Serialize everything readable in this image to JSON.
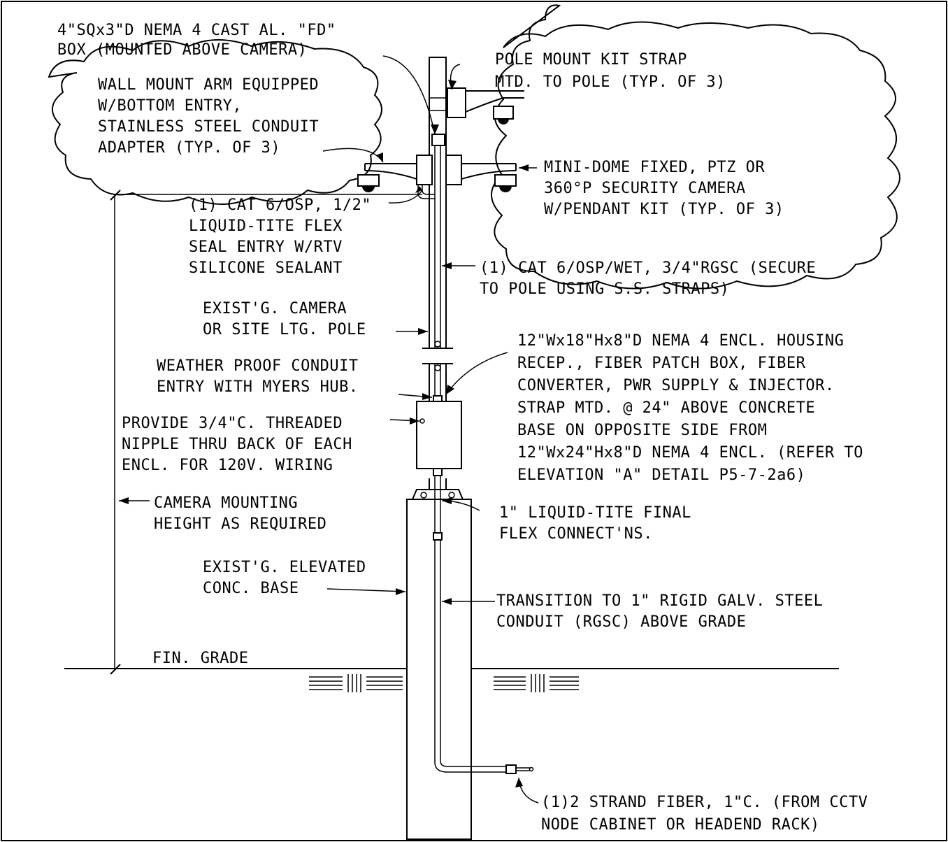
{
  "labels": {
    "fd_box": [
      "4\"SQx3\"D NEMA 4 CAST AL. \"FD\"",
      "BOX (MOUNTED ABOVE CAMERA)"
    ],
    "wall_arm": [
      "WALL MOUNT ARM EQUIPPED",
      "W/BOTTOM ENTRY,",
      "STAINLESS STEEL CONDUIT",
      "ADAPTER (TYP. OF 3)"
    ],
    "pole_kit": [
      "POLE MOUNT KIT STRAP",
      "MTD. TO POLE  (TYP. OF 3)"
    ],
    "camera": [
      "MINI-DOME FIXED, PTZ OR",
      "360°P SECURITY CAMERA",
      "W/PENDANT KIT (TYP. OF 3)"
    ],
    "cat6_flex": [
      "(1) CAT 6/OSP, 1/2\"",
      "LIQUID-TITE FLEX",
      "SEAL ENTRY W/RTV",
      "SILICONE SEALANT"
    ],
    "cat6_rgsc": [
      "(1) CAT 6/OSP/WET, 3/4\"RGSC (SECURE",
      "TO POLE USING S.S. STRAPS)"
    ],
    "exist_pole": [
      "EXIST'G. CAMERA",
      "OR SITE LTG. POLE"
    ],
    "enclosure": [
      "12\"Wx18\"Hx8\"D NEMA 4 ENCL. HOUSING",
      "RECEP., FIBER PATCH BOX, FIBER",
      "CONVERTER, PWR SUPPLY & INJECTOR.",
      "STRAP MTD. @ 24\" ABOVE CONCRETE",
      "BASE ON OPPOSITE SIDE FROM",
      "12\"Wx24\"Hx8\"D NEMA 4 ENCL. (REFER TO",
      "ELEVATION \"A\" DETAIL P5-7-2a6)"
    ],
    "weather": [
      "WEATHER PROOF CONDUIT",
      "ENTRY WITH MYERS HUB."
    ],
    "nipple": [
      "PROVIDE 3/4\"C. THREADED",
      "NIPPLE THRU BACK OF EACH",
      "ENCL. FOR 120V. WIRING"
    ],
    "mount_height": [
      "CAMERA MOUNTING",
      "HEIGHT AS REQUIRED"
    ],
    "liquid_tite": [
      "1\" LIQUID-TITE FINAL",
      "FLEX CONNECT'NS."
    ],
    "conc_base": [
      "EXIST'G. ELEVATED",
      "CONC. BASE"
    ],
    "transition": [
      "TRANSITION TO 1\" RIGID GALV. STEEL",
      "CONDUIT (RGSC) ABOVE GRADE"
    ],
    "fin_grade": [
      "FIN. GRADE"
    ],
    "fiber": [
      "(1)2 STRAND FIBER, 1\"C. (FROM CCTV",
      "NODE CABINET OR HEADEND RACK)"
    ]
  }
}
